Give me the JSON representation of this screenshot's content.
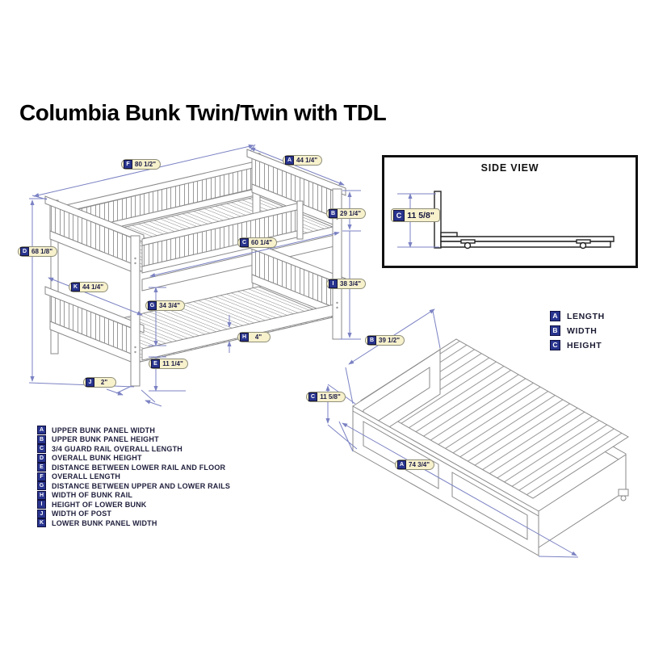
{
  "title": "Columbia Bunk Twin/Twin with TDL",
  "side_view": {
    "title": "SIDE VIEW",
    "dim": {
      "letter": "C",
      "value": "11 5/8\""
    }
  },
  "legend": [
    {
      "letter": "A",
      "label": "LENGTH"
    },
    {
      "letter": "B",
      "label": "WIDTH"
    },
    {
      "letter": "C",
      "label": "HEIGHT"
    }
  ],
  "bunk_dims": {
    "F": {
      "letter": "F",
      "value": "80 1/2\""
    },
    "A": {
      "letter": "A",
      "value": "44 1/4\""
    },
    "B": {
      "letter": "B",
      "value": "29 1/4\""
    },
    "C": {
      "letter": "C",
      "value": "60 1/4\""
    },
    "D": {
      "letter": "D",
      "value": "68 1/8\""
    },
    "K": {
      "letter": "K",
      "value": "44 1/4\""
    },
    "G": {
      "letter": "G",
      "value": "34 3/4\""
    },
    "I": {
      "letter": "I",
      "value": "38 3/4\""
    },
    "H": {
      "letter": "H",
      "value": "4\""
    },
    "E": {
      "letter": "E",
      "value": "11 1/4\""
    },
    "J": {
      "letter": "J",
      "value": "2\""
    }
  },
  "trundle_dims": {
    "B": {
      "letter": "B",
      "value": "39 1/2\""
    },
    "C": {
      "letter": "C",
      "value": "11 5/8\""
    },
    "A": {
      "letter": "A",
      "value": "74 3/4\""
    }
  },
  "dimension_key": [
    {
      "letter": "A",
      "label": "UPPER BUNK PANEL WIDTH"
    },
    {
      "letter": "B",
      "label": "UPPER BUNK PANEL HEIGHT"
    },
    {
      "letter": "C",
      "label": "3/4 GUARD RAIL OVERALL LENGTH"
    },
    {
      "letter": "D",
      "label": "OVERALL BUNK HEIGHT"
    },
    {
      "letter": "E",
      "label": "DISTANCE BETWEEN LOWER RAIL AND FLOOR"
    },
    {
      "letter": "F",
      "label": "OVERALL LENGTH"
    },
    {
      "letter": "G",
      "label": "DISTANCE BETWEEN UPPER AND LOWER RAILS"
    },
    {
      "letter": "H",
      "label": "WIDTH OF BUNK RAIL"
    },
    {
      "letter": "I",
      "label": "HEIGHT OF LOWER BUNK"
    },
    {
      "letter": "J",
      "label": "WIDTH OF POST"
    },
    {
      "letter": "K",
      "label": "LOWER BUNK PANEL WIDTH"
    }
  ],
  "colors": {
    "badge_navy": "#28348e",
    "pill_cream": "#f7f1cc",
    "dimension_line_blue": "#7b82c3",
    "drawing_gray": "#8a8a8a"
  }
}
